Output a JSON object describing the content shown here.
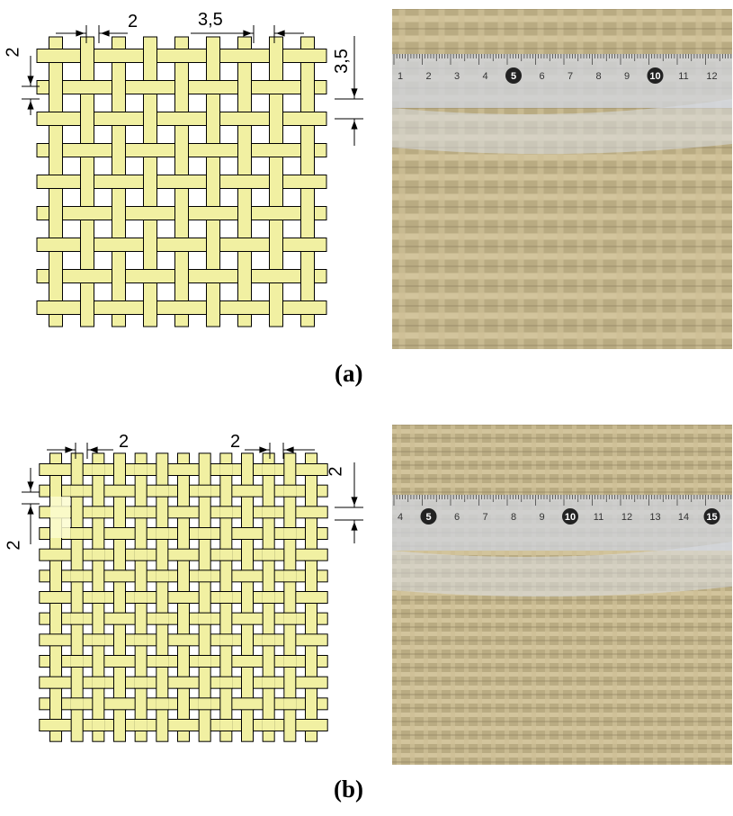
{
  "figure": {
    "panel_a": {
      "label": "(a)",
      "dims": {
        "warp_width": "2",
        "warp_gap": "3,5",
        "weft_width": "2",
        "weft_gap": "3,5"
      },
      "photo_ruler_numbers": [
        "1",
        "2",
        "3",
        "4",
        "5",
        "6",
        "7",
        "8",
        "9",
        "10",
        "11",
        "12"
      ]
    },
    "panel_b": {
      "label": "(b)",
      "dims": {
        "warp_width": "2",
        "warp_gap": "2",
        "weft_width": "2",
        "weft_gap": "2"
      },
      "photo_ruler_numbers": [
        "4",
        "5",
        "6",
        "7",
        "8",
        "9",
        "10",
        "11",
        "12",
        "13",
        "14",
        "15"
      ]
    }
  },
  "colors": {
    "yarn": "#f1f0a2",
    "outline": "#000000",
    "burlap": "#b9ab82",
    "burlap_dark": "#8f8160",
    "ruler": "#cfd3dc"
  }
}
